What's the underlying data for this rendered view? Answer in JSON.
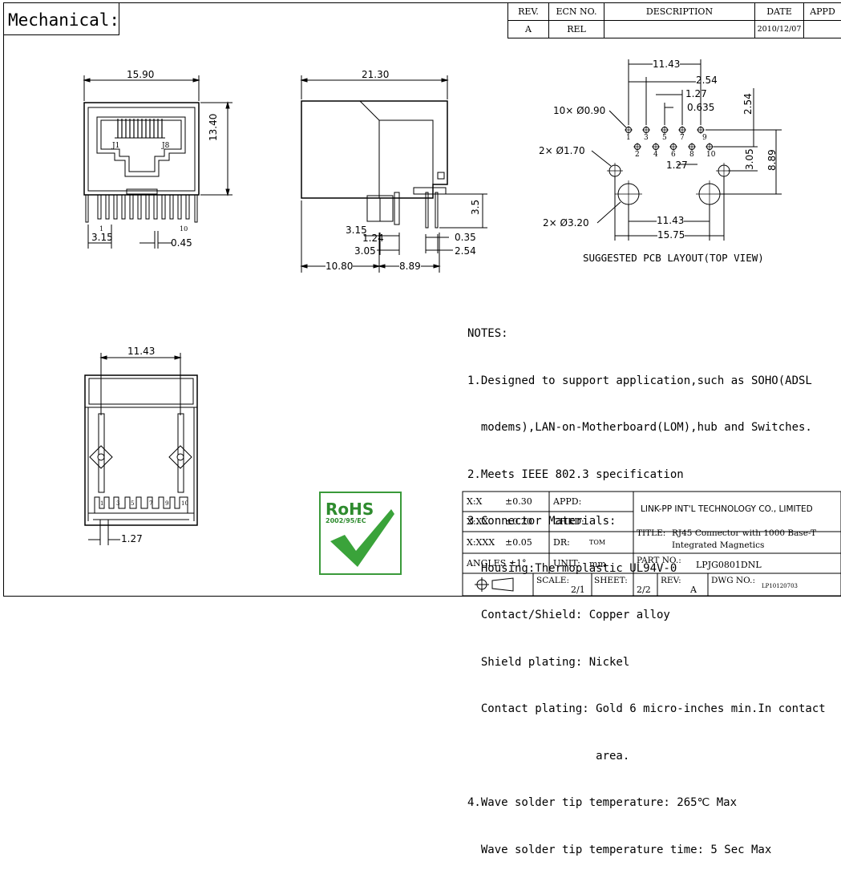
{
  "header": {
    "title": "Mechanical:"
  },
  "revision_block": {
    "headers": [
      "REV.",
      "ECN NO.",
      "DESCRIPTION",
      "DATE",
      "APPD"
    ],
    "row": [
      "A",
      "REL",
      "",
      "2010/12/07",
      ""
    ]
  },
  "front_view": {
    "width": "15.90",
    "height": "13.40",
    "pin_offset": "3.15",
    "pin_width": "0.45",
    "label_j1": "J1",
    "label_j8": "J8",
    "label_1": "1",
    "label_10": "10"
  },
  "side_view": {
    "length": "21.30",
    "pin_height": "3.5",
    "dims": [
      "3.15",
      "1.24",
      "3.05",
      "0.35",
      "2.54",
      "10.80",
      "8.89"
    ]
  },
  "pcb_layout": {
    "dims": [
      "11.43",
      "2.54",
      "1.27",
      "0.635",
      "2.54",
      "3.05",
      "8.89",
      "1.27",
      "11.43",
      "15.75"
    ],
    "holes_small": "10× Ø0.90",
    "holes_mid": "2× Ø1.70",
    "holes_large": "2× Ø3.20",
    "pin_numbers_top": [
      "1",
      "3",
      "5",
      "7",
      "9"
    ],
    "pin_numbers_bottom": [
      "2",
      "4",
      "6",
      "8",
      "10"
    ],
    "caption": "SUGGESTED PCB LAYOUT(TOP VIEW)"
  },
  "bottom_view": {
    "width": "11.43",
    "pitch": "1.27",
    "pin_labels": [
      "1",
      "3",
      "5",
      "7",
      "9",
      "10"
    ]
  },
  "notes": {
    "heading": "NOTES:",
    "lines": [
      "1.Designed to support application,such as SOHO(ADSL",
      "  modems),LAN-on-Motherboard(LOM),hub and Switches.",
      "2.Meets IEEE 802.3 specification",
      "3.Connector Materials:",
      "  Housing:Thermoplastic UL94V-0",
      "  Contact/Shield: Copper alloy",
      "  Shield plating: Nickel",
      "  Contact plating: Gold 6 micro-inches min.In contact",
      "                   area.",
      "4.Wave solder tip temperature: 265℃ Max",
      "  Wave solder tip temperature time: 5 Sec Max"
    ]
  },
  "rohs": {
    "title": "RoHS",
    "sub": "2002/95/EC"
  },
  "title_block": {
    "tol_x": "X:X",
    "tol_x_val": "±0.30",
    "tol_xx": "X:XX",
    "tol_xx_val": "±0.20",
    "tol_xxx": "X:XXX",
    "tol_xxx_val": "±0.05",
    "angles": "ANGLES ±1°",
    "appd": "APPD:",
    "chkd": "CHKD:",
    "dr": "DR:",
    "dr_val": "TOM",
    "unit": "UNIT:",
    "unit_val": "mm",
    "company": "LINK-PP INT'L TECHNOLOGY CO., LIMITED",
    "title_label": "TITLE:",
    "title_line1": "RJ45 Connector with 1000 Base-T",
    "title_line2": "Integrated Magnetics",
    "part_label": "PART NO.:",
    "part_no": "LPJG0801DNL",
    "scale": "SCALE:",
    "scale_val": "2/1",
    "sheet": "SHEET:",
    "sheet_val": "2/2",
    "rev": "REV:",
    "rev_val": "A",
    "dwg": "DWG NO.:",
    "dwg_val": "LP10120703"
  }
}
